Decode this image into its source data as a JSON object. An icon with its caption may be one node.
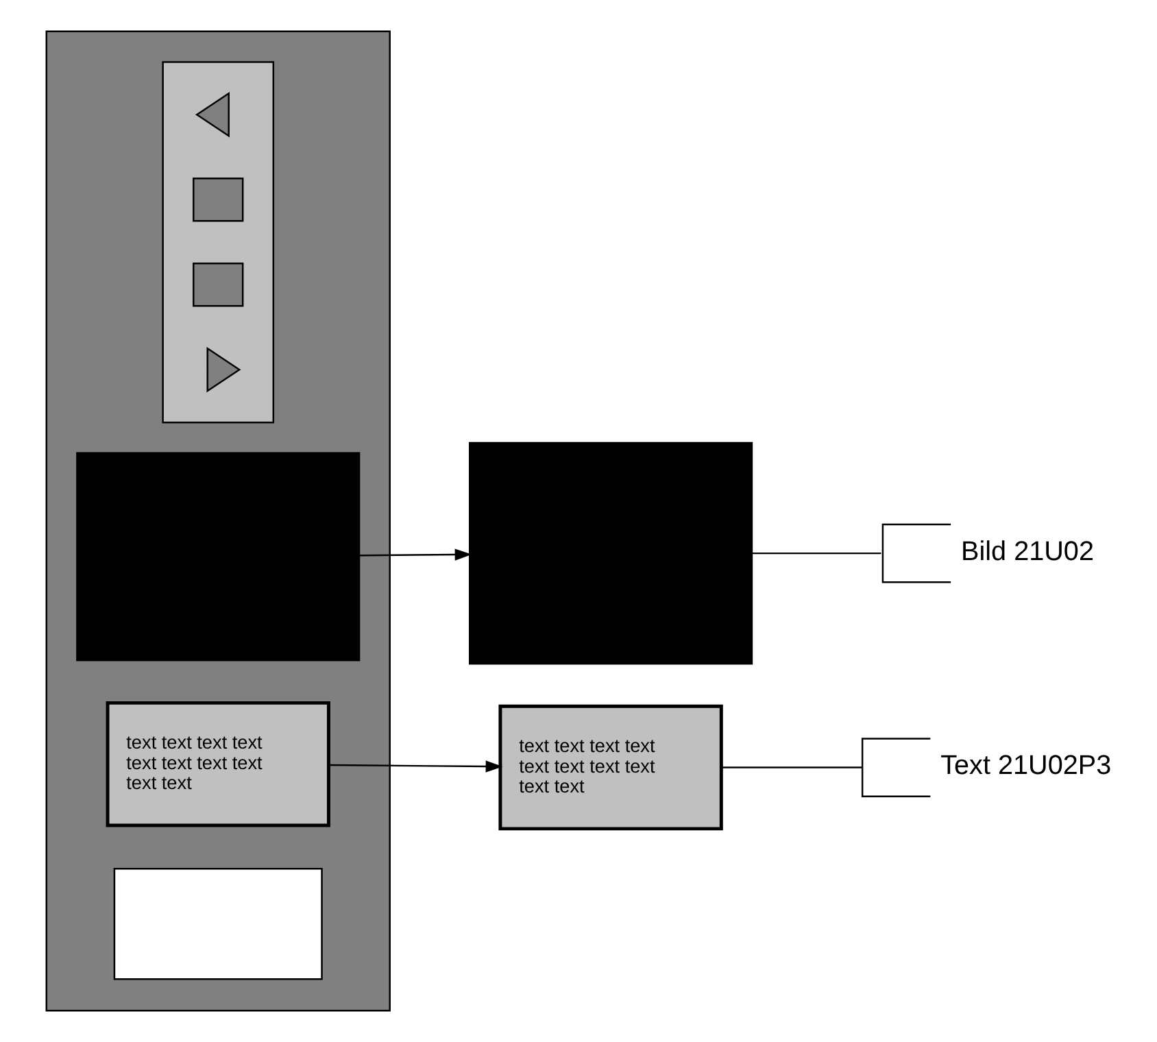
{
  "diagram": {
    "nodes": [
      {
        "text": [],
        "shape": "box"
      },
      {
        "text": [],
        "shape": "box",
        "in": 0
      },
      {
        "text": [
          "text text text text text text text text text text"
        ],
        "in": 0
      },
      {
        "text": [],
        "shape": "box",
        "in": 0
      },
      {
        "text": [],
        "shape": "box",
        "in": 0
      },
      {
        "text": [],
        "shape": "triangle",
        "in": 4
      },
      {
        "text": [],
        "shape": "box",
        "in": 4
      },
      {
        "text": [],
        "shape": "box",
        "in": 4
      },
      {
        "text": [],
        "shape": "triangle",
        "in": 4
      },
      {
        "text": [
          "text text text text text text text text text text"
        ]
      },
      {
        "text": [],
        "shape": "box"
      },
      {
        "text": [
          "Text 21U02P3"
        ]
      },
      {
        "text": [
          "Bild 21U02"
        ]
      }
    ],
    "edges": [
      {
        "from": 2,
        "to": 9,
        "arrow": "to"
      },
      {
        "from": 1,
        "to": 10,
        "arrow": "to"
      },
      {
        "from": 9,
        "to": 11,
        "arrow": "none"
      },
      {
        "from": 10,
        "to": 12,
        "arrow": "none"
      }
    ]
  }
}
